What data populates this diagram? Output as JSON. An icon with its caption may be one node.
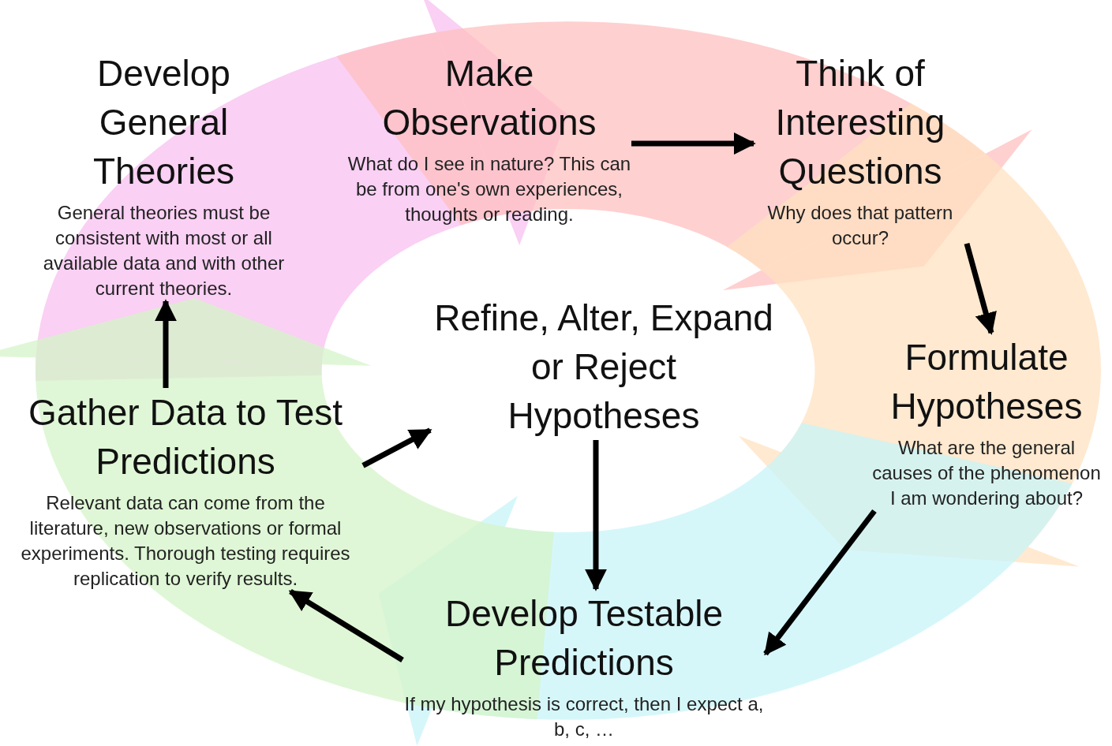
{
  "diagram": {
    "nodes": [
      {
        "text": [
          "Develop General Theories",
          "General theories must be consistent with most or all available data and with other current theories."
        ]
      },
      {
        "text": [
          "Make Observations",
          "What do I see in nature? This can be from one's own experiences, thoughts or reading."
        ]
      },
      {
        "text": [
          "Think of Interesting Questions",
          "Why does that pattern occur?"
        ]
      },
      {
        "text": [
          "Formulate Hypotheses",
          "What are the general causes of the phenomenon I am wondering about?"
        ]
      },
      {
        "text": [
          "Develop Testable Predictions",
          "If my hypothesis is correct, then I expect a, b, c, …"
        ]
      },
      {
        "text": [
          "Gather Data to Test Predictions",
          "Relevant data can come from the literature, new observations or formal experiments.  Thorough testing requires replication to verify results."
        ]
      },
      {
        "text": [
          "Refine, Alter, Expand or Reject Hypotheses"
        ]
      }
    ],
    "edges": [
      {
        "from": 1,
        "to": 2,
        "arrow": "to"
      },
      {
        "from": 2,
        "to": 3,
        "arrow": "to"
      },
      {
        "from": 3,
        "to": 4,
        "arrow": "to"
      },
      {
        "from": 4,
        "to": 5,
        "arrow": "to"
      },
      {
        "from": 5,
        "to": 0,
        "arrow": "to"
      },
      {
        "from": 5,
        "to": 6,
        "arrow": "to"
      },
      {
        "from": 6,
        "to": 4,
        "arrow": "to"
      }
    ]
  }
}
